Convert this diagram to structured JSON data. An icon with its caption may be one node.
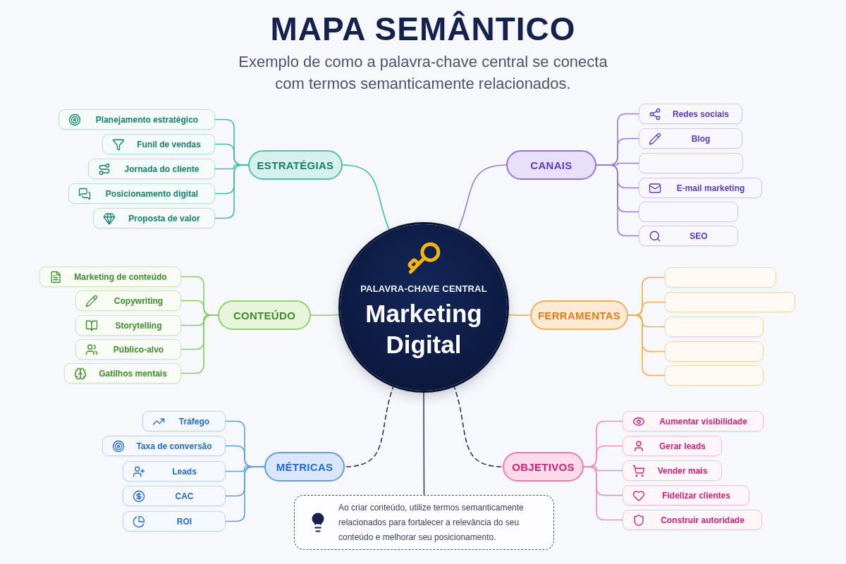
{
  "diagram": {
    "title": "MAPA SEMÂNTICO",
    "nodes": [
      {
        "text": [
          "PALAVRA-CHAVE CENTRAL",
          "Marketing Digital"
        ]
      },
      {
        "text": [
          "ESTRATÉGIAS"
        ]
      },
      {
        "text": [
          "Planejamento estratégico"
        ]
      },
      {
        "text": [
          "Funil de vendas"
        ]
      },
      {
        "text": [
          "Jornada do cliente"
        ]
      },
      {
        "text": [
          "Posicionamento digital"
        ]
      },
      {
        "text": [
          "Proposta de valor"
        ]
      },
      {
        "text": [
          "CANAIS"
        ]
      },
      {
        "text": [
          "Redes sociais"
        ]
      },
      {
        "text": [
          "Blog"
        ]
      },
      {
        "text": [],
        "shape": "box"
      },
      {
        "text": [
          "E-mail marketing"
        ]
      },
      {
        "text": [],
        "shape": "box"
      },
      {
        "text": [
          "SEO"
        ]
      },
      {
        "text": [
          "CONTEÚDO"
        ]
      },
      {
        "text": [
          "Marketing de conteúdo"
        ]
      },
      {
        "text": [
          "Copywriting"
        ]
      },
      {
        "text": [
          "Storytelling"
        ]
      },
      {
        "text": [
          "Público-alvo"
        ]
      },
      {
        "text": [
          "Gatilhos mentais"
        ]
      },
      {
        "text": [
          "FERRAMENTAS"
        ]
      },
      {
        "text": [],
        "shape": "box"
      },
      {
        "text": [],
        "shape": "box"
      },
      {
        "text": [],
        "shape": "box"
      },
      {
        "text": [],
        "shape": "box"
      },
      {
        "text": [],
        "shape": "box"
      },
      {
        "text": [
          "MÉTRICAS"
        ]
      },
      {
        "text": [
          "Tráfego"
        ]
      },
      {
        "text": [
          "Taxa de conversão"
        ]
      },
      {
        "text": [
          "Leads"
        ]
      },
      {
        "text": [
          "CAC"
        ]
      },
      {
        "text": [
          "ROI"
        ]
      },
      {
        "text": [
          "OBJETIVOS"
        ]
      },
      {
        "text": [
          "Aumentar visibilidade"
        ]
      },
      {
        "text": [
          "Gerar leads"
        ]
      },
      {
        "text": [
          "Vender mais"
        ]
      },
      {
        "text": [
          "Fidelizar clientes"
        ]
      },
      {
        "text": [
          "Construir autoridade"
        ]
      },
      {
        "text": [
          "Ao criar conteúdo, utilize termos semanticamente relacionados para fortalecer a relevância do seu conteúdo e melhorar seu posicionamento."
        ]
      }
    ],
    "edges": [
      {
        "from": 0,
        "to": 1,
        "arrow": "none",
        "color": "#3dbfa8"
      },
      {
        "from": 1,
        "to": 2,
        "arrow": "none",
        "color": "#3dbfa8"
      },
      {
        "from": 1,
        "to": 3,
        "arrow": "none",
        "color": "#3dbfa8"
      },
      {
        "from": 1,
        "to": 4,
        "arrow": "none",
        "color": "#3dbfa8"
      },
      {
        "from": 1,
        "to": 5,
        "arrow": "none",
        "color": "#3dbfa8"
      },
      {
        "from": 1,
        "to": 6,
        "arrow": "none",
        "color": "#3dbfa8"
      },
      {
        "from": 0,
        "to": 7,
        "arrow": "none",
        "color": "#9a7ae0"
      },
      {
        "from": 7,
        "to": 8,
        "arrow": "none",
        "color": "#9a7ae0"
      },
      {
        "from": 7,
        "to": 9,
        "arrow": "none",
        "color": "#9a7ae0"
      },
      {
        "from": 7,
        "to": 10,
        "arrow": "none",
        "color": "#9a7ae0"
      },
      {
        "from": 7,
        "to": 11,
        "arrow": "none",
        "color": "#9a7ae0"
      },
      {
        "from": 7,
        "to": 12,
        "arrow": "none",
        "color": "#9a7ae0"
      },
      {
        "from": 7,
        "to": 13,
        "arrow": "none",
        "color": "#9a7ae0"
      },
      {
        "from": 0,
        "to": 14,
        "arrow": "none",
        "color": "#84cf63"
      },
      {
        "from": 14,
        "to": 15,
        "arrow": "none",
        "color": "#84cf63"
      },
      {
        "from": 14,
        "to": 16,
        "arrow": "none",
        "color": "#84cf63"
      },
      {
        "from": 14,
        "to": 17,
        "arrow": "none",
        "color": "#84cf63"
      },
      {
        "from": 14,
        "to": 18,
        "arrow": "none",
        "color": "#84cf63"
      },
      {
        "from": 14,
        "to": 19,
        "arrow": "none",
        "color": "#84cf63"
      },
      {
        "from": 0,
        "to": 20,
        "arrow": "none",
        "color": "#f5ad4a"
      },
      {
        "from": 20,
        "to": 21,
        "arrow": "none",
        "color": "#f5ad4a"
      },
      {
        "from": 20,
        "to": 22,
        "arrow": "none",
        "color": "#f5ad4a"
      },
      {
        "from": 20,
        "to": 23,
        "arrow": "none",
        "color": "#f5ad4a"
      },
      {
        "from": 20,
        "to": 24,
        "arrow": "none",
        "color": "#f5ad4a"
      },
      {
        "from": 20,
        "to": 25,
        "arrow": "none",
        "color": "#f5ad4a"
      },
      {
        "from": 0,
        "to": 26,
        "arrow": "none",
        "style": "dashed",
        "color": "#2b3456"
      },
      {
        "from": 26,
        "to": 27,
        "arrow": "none",
        "color": "#5c9fe8"
      },
      {
        "from": 26,
        "to": 28,
        "arrow": "none",
        "color": "#5c9fe8"
      },
      {
        "from": 26,
        "to": 29,
        "arrow": "none",
        "color": "#5c9fe8"
      },
      {
        "from": 26,
        "to": 30,
        "arrow": "none",
        "color": "#5c9fe8"
      },
      {
        "from": 26,
        "to": 31,
        "arrow": "none",
        "color": "#5c9fe8"
      },
      {
        "from": 0,
        "to": 32,
        "arrow": "none",
        "style": "dashed",
        "color": "#2b3456"
      },
      {
        "from": 32,
        "to": 33,
        "arrow": "none",
        "color": "#f08cb9"
      },
      {
        "from": 32,
        "to": 34,
        "arrow": "none",
        "color": "#f08cb9"
      },
      {
        "from": 32,
        "to": 35,
        "arrow": "none",
        "color": "#f08cb9"
      },
      {
        "from": 32,
        "to": 36,
        "arrow": "none",
        "color": "#f08cb9"
      },
      {
        "from": 32,
        "to": 37,
        "arrow": "none",
        "color": "#f08cb9"
      },
      {
        "from": 0,
        "to": 38,
        "arrow": "none",
        "color": "#3a4060"
      }
    ],
    "labels": [
      "Exemplo de como a palavra-chave central se conecta com termos semanticamente relacionados."
    ]
  }
}
